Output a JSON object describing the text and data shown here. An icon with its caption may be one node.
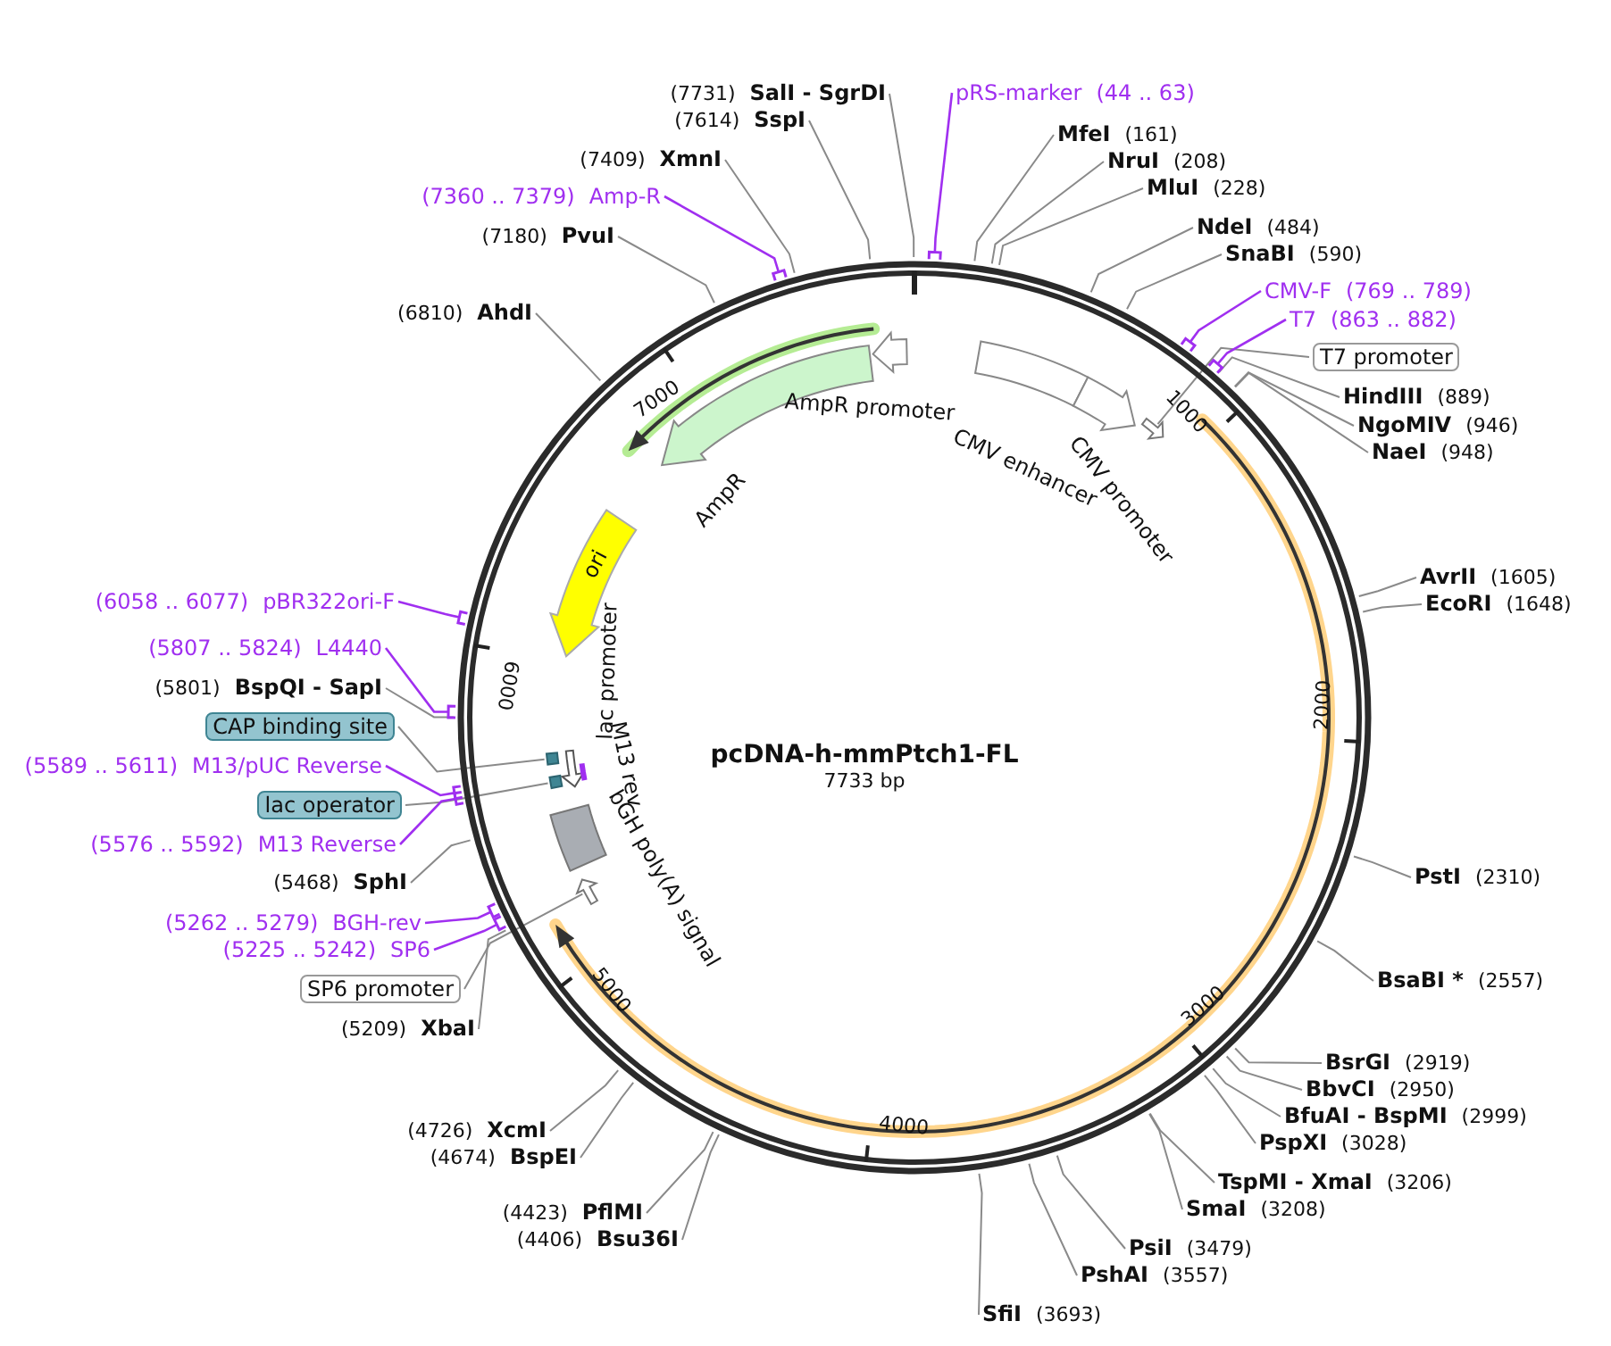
{
  "diagram": {
    "title": "pcDNA-h-mmPtch1-FL",
    "nodes": [
      {
        "text": [
          "pRS-marker",
          "(44 .. 63)"
        ]
      },
      {
        "text": [
          "MfeI",
          "(161)"
        ]
      },
      {
        "text": [
          "NruI",
          "(208)"
        ]
      },
      {
        "text": [
          "MluI",
          "(228)"
        ]
      },
      {
        "text": [
          "NdeI",
          "(484)"
        ]
      },
      {
        "text": [
          "SnaBI",
          "(590)"
        ]
      },
      {
        "text": [
          "CMV-F",
          "(769 .. 789)"
        ]
      },
      {
        "text": [
          "T7",
          "(863 .. 882)"
        ]
      },
      {
        "text": [
          "T7 promoter"
        ]
      },
      {
        "text": [
          "HindIII",
          "(889)"
        ]
      },
      {
        "text": [
          "NgoMIV",
          "(946)"
        ]
      },
      {
        "text": [
          "NaeI",
          "(948)"
        ]
      },
      {
        "text": [
          "AvrII",
          "(1605)"
        ]
      },
      {
        "text": [
          "EcoRI",
          "(1648)"
        ]
      },
      {
        "text": [
          "PstI",
          "(2310)"
        ]
      },
      {
        "text": [
          "BsaBI *",
          "(2557)"
        ]
      },
      {
        "text": [
          "BsrGI",
          "(2919)"
        ]
      },
      {
        "text": [
          "BbvCI",
          "(2950)"
        ]
      },
      {
        "text": [
          "BfuAI - BspMI",
          "(2999)"
        ]
      },
      {
        "text": [
          "PspXI",
          "(3028)"
        ]
      },
      {
        "text": [
          "TspMI - XmaI",
          "(3206)"
        ]
      },
      {
        "text": [
          "SmaI",
          "(3208)"
        ]
      },
      {
        "text": [
          "PsiI",
          "(3479)"
        ]
      },
      {
        "text": [
          "PshAI",
          "(3557)"
        ]
      },
      {
        "text": [
          "SfiI",
          "(3693)"
        ]
      },
      {
        "text": [
          "(4406)",
          "Bsu36I"
        ]
      },
      {
        "text": [
          "(4423)",
          "PflMI"
        ]
      },
      {
        "text": [
          "(4674)",
          "BspEI"
        ]
      },
      {
        "text": [
          "(4726)",
          "XcmI"
        ]
      },
      {
        "text": [
          "(5209)",
          "XbaI"
        ]
      },
      {
        "text": [
          "SP6 promoter"
        ]
      },
      {
        "text": [
          "(5225 .. 5242)",
          "SP6"
        ]
      },
      {
        "text": [
          "(5262 .. 5279)",
          "BGH-rev"
        ]
      },
      {
        "text": [
          "(5468)",
          "SphI"
        ]
      },
      {
        "text": [
          "(5576 .. 5592)",
          "M13 Reverse"
        ]
      },
      {
        "text": [
          "lac operator"
        ]
      },
      {
        "text": [
          "(5589 .. 5611)",
          "M13/pUC Reverse"
        ]
      },
      {
        "text": [
          "CAP binding site"
        ]
      },
      {
        "text": [
          "(5801)",
          "BspQI - SapI"
        ]
      },
      {
        "text": [
          "(5807 .. 5824)",
          "L4440"
        ]
      },
      {
        "text": [
          "(6058 .. 6077)",
          "pBR322ori-F"
        ]
      },
      {
        "text": [
          "(6810)",
          "AhdI"
        ]
      },
      {
        "text": [
          "(7180)",
          "PvuI"
        ]
      },
      {
        "text": [
          "(7360 .. 7379)",
          "Amp-R"
        ]
      },
      {
        "text": [
          "(7409)",
          "XmnI"
        ]
      },
      {
        "text": [
          "(7614)",
          "SspI"
        ]
      },
      {
        "text": [
          "(7731)",
          "SalI - SgrDI"
        ]
      },
      {
        "text": [],
        "shape": "arrow"
      },
      {
        "text": [],
        "shape": "arrow",
        "beside": [
          "AmpR"
        ]
      },
      {
        "text": [],
        "shape": "box"
      },
      {
        "text": [],
        "shape": "arrow",
        "beside": [
          "CMV promoter"
        ]
      },
      {
        "text": [
          "ori"
        ]
      },
      {
        "text": [],
        "shape": "arrow"
      },
      {
        "text": [],
        "shape": "bar"
      },
      {
        "text": [],
        "shape": "box",
        "beside": [
          "bGH poly(A) signal"
        ]
      },
      {
        "text": [],
        "shape": "arrow"
      },
      {
        "text": [],
        "shape": "arrow"
      },
      {
        "text": [],
        "shape": "box"
      },
      {
        "text": [],
        "shape": "box"
      }
    ],
    "edges": [
      {
        "from": 0,
        "to": null,
        "arrow": "none",
        "color": "#a02ff0"
      },
      {
        "from": 1,
        "to": null,
        "arrow": "none"
      },
      {
        "from": 2,
        "to": null,
        "arrow": "none"
      },
      {
        "from": 3,
        "to": null,
        "arrow": "none"
      },
      {
        "from": 4,
        "to": null,
        "arrow": "none"
      },
      {
        "from": 5,
        "to": null,
        "arrow": "none"
      },
      {
        "from": 6,
        "to": null,
        "arrow": "none",
        "color": "#a02ff0"
      },
      {
        "from": 7,
        "to": null,
        "arrow": "none",
        "color": "#a02ff0"
      },
      {
        "from": 8,
        "to": 55,
        "arrow": "none"
      },
      {
        "from": 9,
        "to": null,
        "arrow": "none"
      },
      {
        "from": 10,
        "to": null,
        "arrow": "none"
      },
      {
        "from": 11,
        "to": null,
        "arrow": "none"
      },
      {
        "from": 12,
        "to": null,
        "arrow": "none"
      },
      {
        "from": 13,
        "to": null,
        "arrow": "none"
      },
      {
        "from": 14,
        "to": null,
        "arrow": "none"
      },
      {
        "from": 15,
        "to": null,
        "arrow": "none"
      },
      {
        "from": 16,
        "to": null,
        "arrow": "none"
      },
      {
        "from": 17,
        "to": null,
        "arrow": "none"
      },
      {
        "from": 18,
        "to": null,
        "arrow": "none"
      },
      {
        "from": 19,
        "to": null,
        "arrow": "none"
      },
      {
        "from": 20,
        "to": null,
        "arrow": "none"
      },
      {
        "from": 21,
        "to": null,
        "arrow": "none"
      },
      {
        "from": 22,
        "to": null,
        "arrow": "none"
      },
      {
        "from": 23,
        "to": null,
        "arrow": "none"
      },
      {
        "from": 24,
        "to": null,
        "arrow": "none"
      },
      {
        "from": 25,
        "to": null,
        "arrow": "none"
      },
      {
        "from": 26,
        "to": null,
        "arrow": "none"
      },
      {
        "from": 27,
        "to": null,
        "arrow": "none"
      },
      {
        "from": 28,
        "to": null,
        "arrow": "none"
      },
      {
        "from": 29,
        "to": null,
        "arrow": "none"
      },
      {
        "from": 30,
        "to": 56,
        "arrow": "none"
      },
      {
        "from": 31,
        "to": null,
        "arrow": "none",
        "color": "#a02ff0"
      },
      {
        "from": 32,
        "to": null,
        "arrow": "none",
        "color": "#a02ff0"
      },
      {
        "from": 33,
        "to": null,
        "arrow": "none"
      },
      {
        "from": 34,
        "to": null,
        "arrow": "none",
        "color": "#a02ff0"
      },
      {
        "from": 35,
        "to": 58,
        "arrow": "none"
      },
      {
        "from": 36,
        "to": null,
        "arrow": "none",
        "color": "#a02ff0"
      },
      {
        "from": 37,
        "to": 57,
        "arrow": "none"
      },
      {
        "from": 38,
        "to": null,
        "arrow": "none"
      },
      {
        "from": 39,
        "to": null,
        "arrow": "none",
        "color": "#a02ff0"
      },
      {
        "from": 40,
        "to": null,
        "arrow": "none",
        "color": "#a02ff0"
      },
      {
        "from": 41,
        "to": null,
        "arrow": "none"
      },
      {
        "from": 42,
        "to": null,
        "arrow": "none"
      },
      {
        "from": 43,
        "to": null,
        "arrow": "none",
        "color": "#a02ff0"
      },
      {
        "from": 44,
        "to": null,
        "arrow": "none"
      },
      {
        "from": 45,
        "to": null,
        "arrow": "none"
      },
      {
        "from": 46,
        "to": null,
        "arrow": "none"
      }
    ],
    "labels": [
      "AmpR promoter",
      "CMV enhancer",
      "lac promoter",
      "M13 rev",
      "7733 bp",
      "1000",
      "2000",
      "3000",
      "4000",
      "5000",
      "6000",
      "7000"
    ]
  }
}
